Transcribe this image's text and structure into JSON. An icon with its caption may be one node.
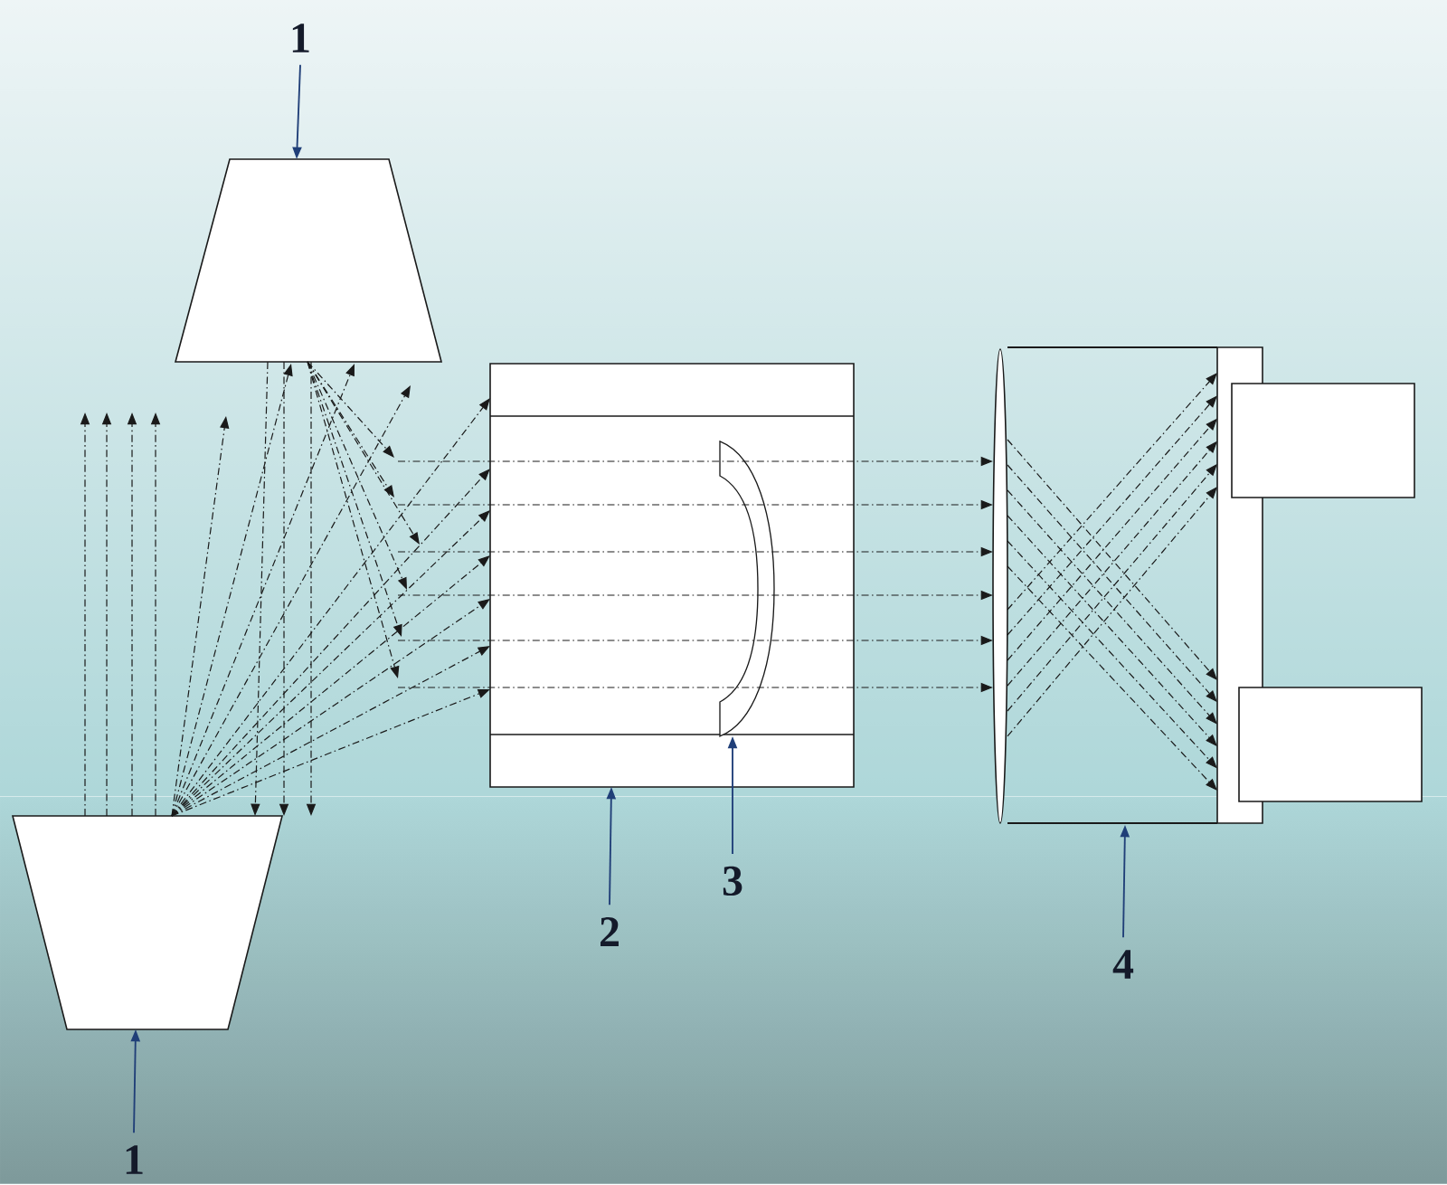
{
  "diagram": {
    "nodes": [
      {
        "text": [
          "1"
        ]
      },
      {
        "text": [],
        "shape": "trapezoid"
      },
      {
        "text": [],
        "shape": "trapezoid"
      },
      {
        "text": [],
        "shape": "box"
      },
      {
        "text": [],
        "shape": "lens",
        "in": 3
      },
      {
        "text": [],
        "shape": "ellipse"
      },
      {
        "text": [],
        "shape": "bar"
      },
      {
        "text": [],
        "shape": "box"
      },
      {
        "text": [],
        "shape": "box"
      },
      {
        "text": [
          "2"
        ]
      },
      {
        "text": [
          "3"
        ]
      },
      {
        "text": [
          "4"
        ]
      },
      {
        "text": [
          "1"
        ]
      }
    ],
    "edges": [
      {
        "from": 0,
        "to": 1,
        "arrow": "to",
        "color": "#203f78"
      },
      {
        "from": 1,
        "to": 2,
        "arrow": "to",
        "style": "dashed"
      },
      {
        "from": 1,
        "to": 2,
        "arrow": "to",
        "style": "dashed"
      },
      {
        "from": 1,
        "to": 2,
        "arrow": "to",
        "style": "dashed"
      },
      {
        "from": 1,
        "to": null,
        "arrow": "to",
        "style": "dashed"
      },
      {
        "from": 1,
        "to": null,
        "arrow": "to",
        "style": "dashed"
      },
      {
        "from": 1,
        "to": null,
        "arrow": "to",
        "style": "dashed"
      },
      {
        "from": 1,
        "to": null,
        "arrow": "to",
        "style": "dashed"
      },
      {
        "from": 1,
        "to": null,
        "arrow": "to",
        "style": "dashed"
      },
      {
        "from": 1,
        "to": null,
        "arrow": "to",
        "style": "dashed"
      },
      {
        "from": 2,
        "to": null,
        "arrow": "to",
        "style": "dashed"
      },
      {
        "from": 2,
        "to": null,
        "arrow": "to",
        "style": "dashed"
      },
      {
        "from": 2,
        "to": null,
        "arrow": "to",
        "style": "dashed"
      },
      {
        "from": 2,
        "to": null,
        "arrow": "to",
        "style": "dashed"
      },
      {
        "from": 2,
        "to": null,
        "arrow": "to",
        "style": "dashed"
      },
      {
        "from": 2,
        "to": 1,
        "arrow": "to",
        "style": "dashed"
      },
      {
        "from": 2,
        "to": 1,
        "arrow": "to",
        "style": "dashed"
      },
      {
        "from": 2,
        "to": null,
        "arrow": "to",
        "style": "dashed"
      },
      {
        "from": 2,
        "to": 3,
        "arrow": "to",
        "style": "dashed"
      },
      {
        "from": 2,
        "to": 3,
        "arrow": "to",
        "style": "dashed"
      },
      {
        "from": 2,
        "to": 3,
        "arrow": "to",
        "style": "dashed"
      },
      {
        "from": 2,
        "to": 3,
        "arrow": "to",
        "style": "dashed"
      },
      {
        "from": 2,
        "to": 3,
        "arrow": "to",
        "style": "dashed"
      },
      {
        "from": 2,
        "to": 3,
        "arrow": "to",
        "style": "dashed"
      },
      {
        "from": 2,
        "to": 3,
        "arrow": "to",
        "style": "dashed"
      },
      {
        "from": null,
        "to": 5,
        "arrow": "to",
        "style": "dashed"
      },
      {
        "from": null,
        "to": 5,
        "arrow": "to",
        "style": "dashed"
      },
      {
        "from": null,
        "to": 5,
        "arrow": "to",
        "style": "dashed"
      },
      {
        "from": null,
        "to": 5,
        "arrow": "to",
        "style": "dashed"
      },
      {
        "from": null,
        "to": 5,
        "arrow": "to",
        "style": "dashed"
      },
      {
        "from": null,
        "to": 5,
        "arrow": "to",
        "style": "dashed"
      },
      {
        "from": 5,
        "to": 6,
        "arrow": "to",
        "style": "dashed"
      },
      {
        "from": 5,
        "to": 6,
        "arrow": "to",
        "style": "dashed"
      },
      {
        "from": 5,
        "to": 6,
        "arrow": "to",
        "style": "dashed"
      },
      {
        "from": 5,
        "to": 6,
        "arrow": "to",
        "style": "dashed"
      },
      {
        "from": 5,
        "to": 6,
        "arrow": "to",
        "style": "dashed"
      },
      {
        "from": 5,
        "to": 6,
        "arrow": "to",
        "style": "dashed"
      },
      {
        "from": 5,
        "to": 6,
        "arrow": "to",
        "style": "dashed"
      },
      {
        "from": 5,
        "to": 6,
        "arrow": "to",
        "style": "dashed"
      },
      {
        "from": 5,
        "to": 6,
        "arrow": "to",
        "style": "dashed"
      },
      {
        "from": 5,
        "to": 6,
        "arrow": "to",
        "style": "dashed"
      },
      {
        "from": 5,
        "to": 6,
        "arrow": "to",
        "style": "dashed"
      },
      {
        "from": 5,
        "to": 6,
        "arrow": "to",
        "style": "dashed"
      },
      {
        "from": 9,
        "to": 3,
        "arrow": "to",
        "color": "#203f78"
      },
      {
        "from": 10,
        "to": 4,
        "arrow": "to",
        "color": "#203f78"
      },
      {
        "from": 11,
        "to": null,
        "arrow": "to",
        "color": "#203f78"
      },
      {
        "from": 12,
        "to": 2,
        "arrow": "to",
        "color": "#203f78"
      },
      {
        "from": 5,
        "to": 6,
        "arrow": "none"
      },
      {
        "from": 5,
        "to": 6,
        "arrow": "none"
      }
    ]
  }
}
